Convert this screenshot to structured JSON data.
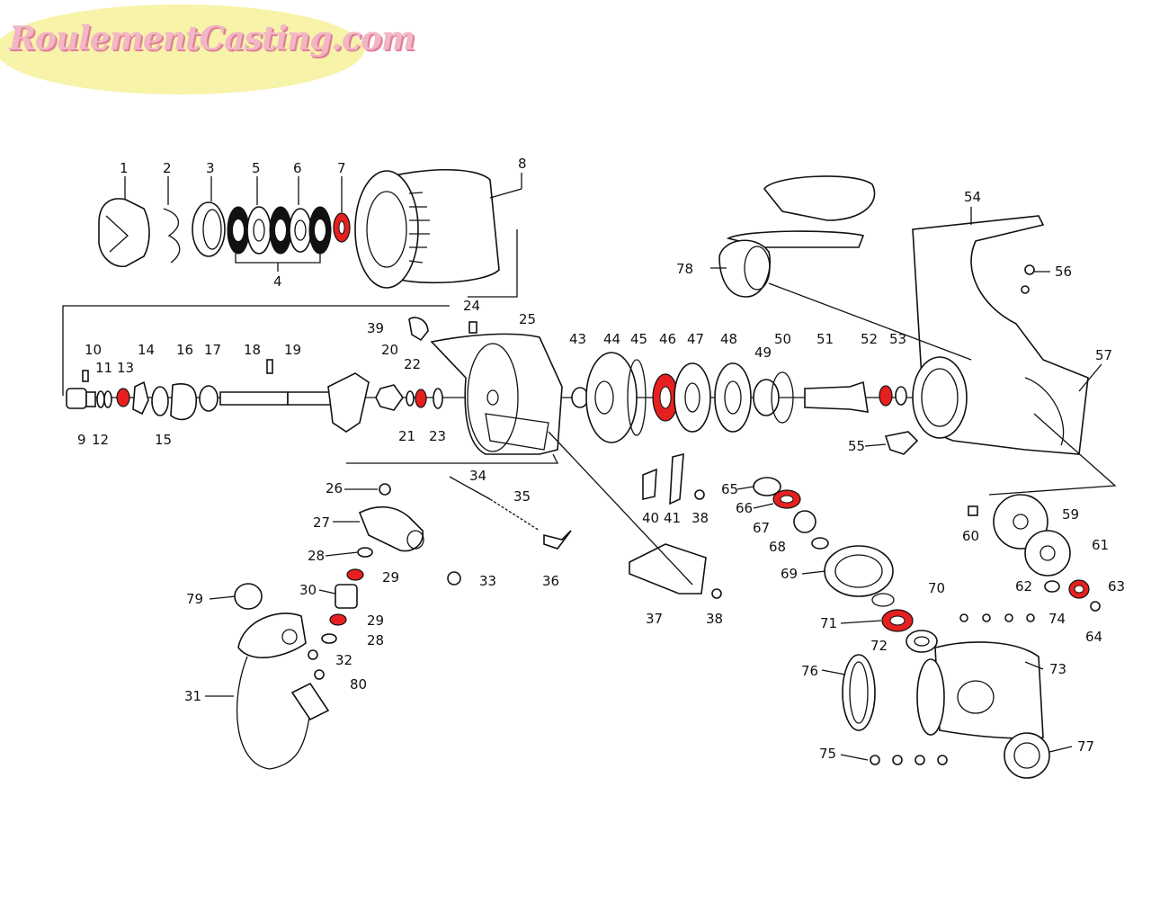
{
  "logo": {
    "text": "RoulementCasting.com",
    "bg_color": "#f7f3a8",
    "text_color": "#f2b6c4"
  },
  "highlight_color": "#e62020",
  "labels": [
    "1",
    "2",
    "3",
    "5",
    "6",
    "7",
    "8",
    "4",
    "10",
    "11",
    "13",
    "14",
    "16",
    "17",
    "18",
    "19",
    "9",
    "12",
    "15",
    "39",
    "24",
    "25",
    "20",
    "22",
    "21",
    "23",
    "43",
    "44",
    "45",
    "46",
    "47",
    "48",
    "49",
    "50",
    "51",
    "52",
    "53",
    "54",
    "56",
    "57",
    "78",
    "55",
    "26",
    "27",
    "28",
    "29",
    "30",
    "29",
    "28",
    "32",
    "80",
    "79",
    "31",
    "33",
    "34",
    "35",
    "36",
    "37",
    "38",
    "40",
    "41",
    "38",
    "65",
    "66",
    "67",
    "68",
    "69",
    "70",
    "71",
    "72",
    "73",
    "74",
    "75",
    "76",
    "77",
    "59",
    "60",
    "61",
    "62",
    "63",
    "64"
  ]
}
